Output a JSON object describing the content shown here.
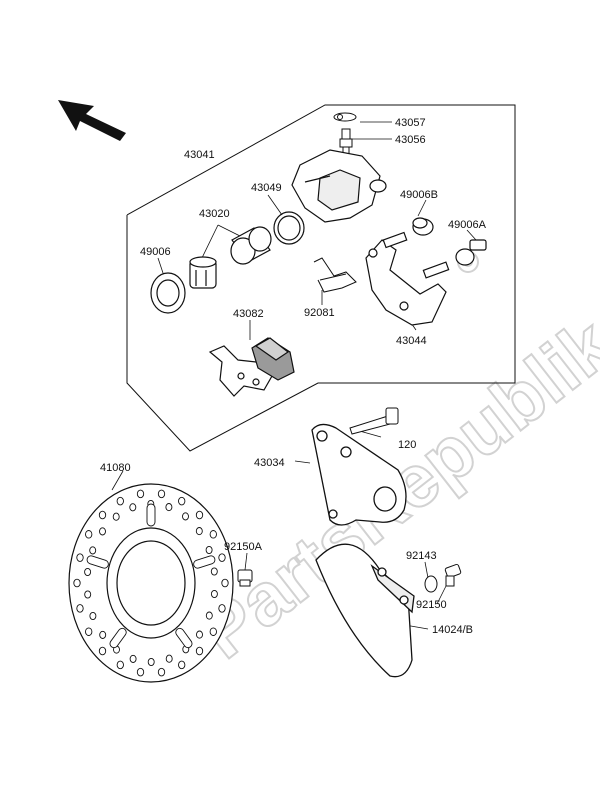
{
  "watermark": "PartsRepublik",
  "labels": {
    "p43057": "43057",
    "p43056": "43056",
    "p43041": "43041",
    "p43049": "43049",
    "p49006B": "49006B",
    "p43020": "43020",
    "p49006A": "49006A",
    "p49006": "49006",
    "p43082": "43082",
    "p92081": "92081",
    "p43044": "43044",
    "p120": "120",
    "p41080": "41080",
    "p43034": "43034",
    "p92150A": "92150A",
    "p92143": "92143",
    "p92150": "92150",
    "p14024B": "14024/B"
  },
  "colors": {
    "line": "#111111",
    "part_fill": "#ffffff",
    "shade": "#bdbdbd",
    "watermark": "#d2d2d2"
  },
  "icons": {
    "direction": "front-direction-arrow-icon"
  }
}
